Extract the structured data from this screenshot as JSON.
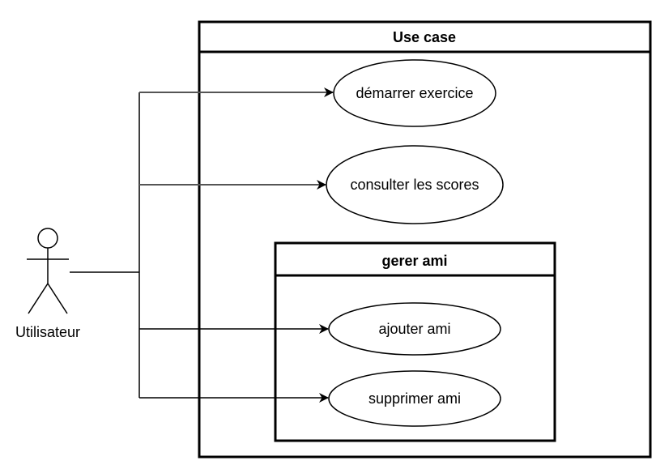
{
  "diagram": {
    "type": "use-case",
    "system": {
      "title": "Use case"
    },
    "package": {
      "title": "gerer ami"
    },
    "actor": {
      "name": "Utilisateur"
    },
    "use_cases": [
      {
        "id": "uc1",
        "label": "démarrer exercice"
      },
      {
        "id": "uc2",
        "label": "consulter les scores"
      },
      {
        "id": "uc3",
        "label": "ajouter ami"
      },
      {
        "id": "uc4",
        "label": "supprimer ami"
      }
    ],
    "associations": [
      {
        "from": "Utilisateur",
        "to": "uc1"
      },
      {
        "from": "Utilisateur",
        "to": "uc2"
      },
      {
        "from": "Utilisateur",
        "to": "uc3"
      },
      {
        "from": "Utilisateur",
        "to": "uc4"
      }
    ],
    "colors": {
      "stroke": "#000000",
      "background": "#ffffff"
    }
  }
}
